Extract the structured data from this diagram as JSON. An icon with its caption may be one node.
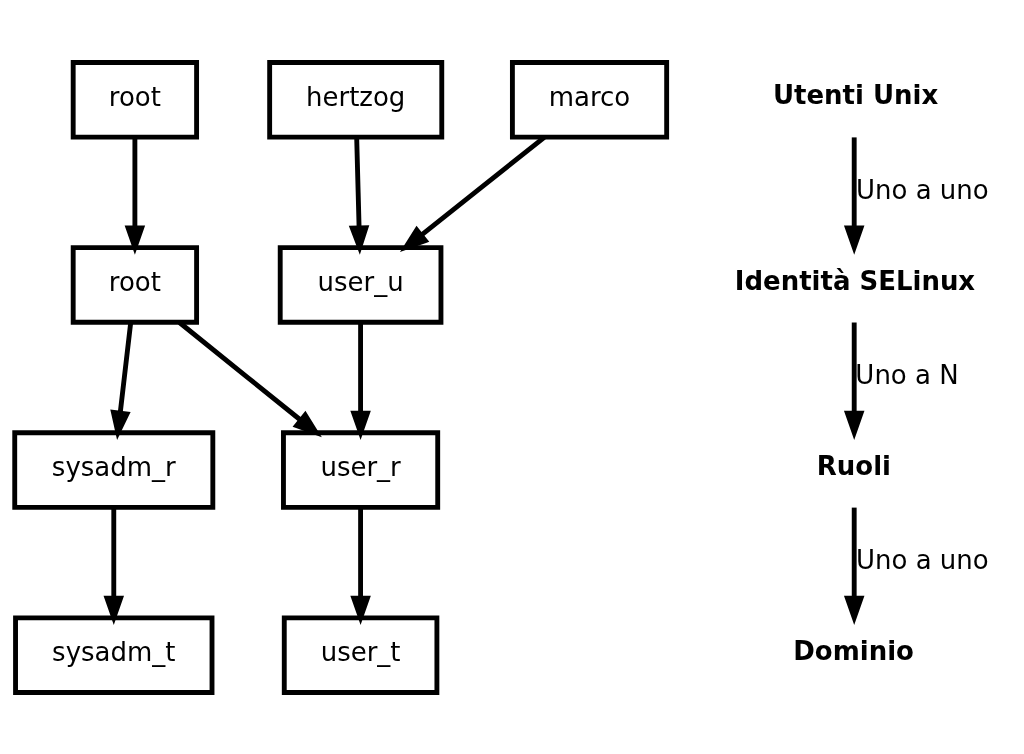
{
  "diagram": {
    "nodes": [
      {
        "text": [
          "root"
        ]
      },
      {
        "text": [
          "hertzog"
        ]
      },
      {
        "text": [
          "marco"
        ]
      },
      {
        "text": [
          "root"
        ]
      },
      {
        "text": [
          "user_u"
        ]
      },
      {
        "text": [
          "sysadm_r"
        ]
      },
      {
        "text": [
          "user_r"
        ]
      },
      {
        "text": [
          "sysadm_t"
        ]
      },
      {
        "text": [
          "user_t"
        ]
      },
      {
        "text": [
          "Utenti Unix"
        ]
      },
      {
        "text": [
          "Identità SELinux"
        ]
      },
      {
        "text": [
          "Ruoli"
        ]
      },
      {
        "text": [
          "Dominio"
        ]
      }
    ],
    "edges": [
      {
        "from": 0,
        "to": 3,
        "arrow": "to"
      },
      {
        "from": 1,
        "to": 4,
        "arrow": "to"
      },
      {
        "from": 2,
        "to": 4,
        "arrow": "to"
      },
      {
        "from": 3,
        "to": 5,
        "arrow": "to"
      },
      {
        "from": 3,
        "to": 6,
        "arrow": "to"
      },
      {
        "from": 4,
        "to": 6,
        "arrow": "to"
      },
      {
        "from": 5,
        "to": 7,
        "arrow": "to"
      },
      {
        "from": 6,
        "to": 8,
        "arrow": "to"
      },
      {
        "from": 9,
        "to": 10,
        "arrow": "to",
        "label": "Uno a uno"
      },
      {
        "from": 10,
        "to": 11,
        "arrow": "to",
        "label": "Uno a N"
      },
      {
        "from": 11,
        "to": 12,
        "arrow": "to",
        "label": "Uno a uno"
      }
    ]
  }
}
